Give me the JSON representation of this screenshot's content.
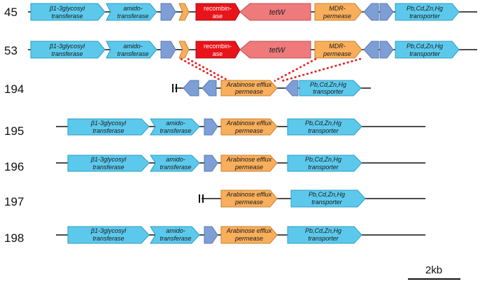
{
  "lanes": [
    {
      "id": "45",
      "label": "45"
    },
    {
      "id": "53",
      "label": "53"
    },
    {
      "id": "194",
      "label": "194"
    },
    {
      "id": "195",
      "label": "195"
    },
    {
      "id": "196",
      "label": "196"
    },
    {
      "id": "197",
      "label": "197"
    },
    {
      "id": "198",
      "label": "198"
    }
  ],
  "genes": {
    "b13_line1": "β1-3glycosyl",
    "b13_line2": "transferase",
    "amido_line1": "amido-",
    "amido_line2": "transferase",
    "recomb_line1": "recombin-",
    "recomb_line2": "ase",
    "tetw": "tetW",
    "mdr_line1": "MDR-",
    "mdr_line2": "permease",
    "pb_line1": "Pb,Cd,Zn,Hg",
    "pb_line2": "transporter",
    "arab_line1": "Arabinose efflux",
    "arab_line2": "permease"
  },
  "scale_bar": {
    "label": "2kb"
  },
  "colors": {
    "cyan_gene": "#5cc9ec",
    "blue_gene": "#7e9fd6",
    "orange_gene": "#f8ae5b",
    "recombinase": "#e8141a",
    "tetw_gene": "#ee7a7c",
    "homology_link": "#e21f1f"
  }
}
